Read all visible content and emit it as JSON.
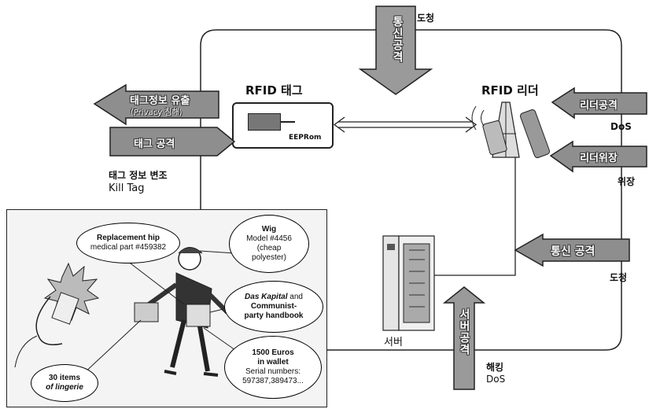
{
  "labels": {
    "dochung_top": "도청",
    "comm_attack_vertical": "통신공격",
    "rfid_tag": "RFID 태그",
    "rfid_reader": "RFID 리더",
    "eeprom": "EEPRom",
    "tag_info_leak": "태그정보 유출",
    "privacy_violation": "(Privacy 침해)",
    "tag_attack": "태그 공격",
    "tag_info_tamper": "태그 정보 변조",
    "kill_tag": "Kill Tag",
    "reader_attack": "리더공격",
    "dos_1": "DoS",
    "reader_spoof": "리더위장",
    "spoof": "위장",
    "comm_attack_right": "통신 공격",
    "dochung_right": "도청",
    "server": "서버",
    "server_attack": "서버공격",
    "hacking": "해킹",
    "dos_2": "DoS"
  },
  "cartoon": {
    "hip": [
      "Replacement hip",
      "medical part #459382"
    ],
    "wig": [
      "Wig",
      "Model #4456",
      "(cheap",
      "polyester)"
    ],
    "das_kapital": [
      "Das Kapital",
      " and",
      "Communist-",
      "party handbook"
    ],
    "euros": [
      "1500 Euros",
      "in wallet",
      "Serial numbers:",
      "597387,389473..."
    ],
    "lingerie": [
      "30 items",
      "of lingerie"
    ]
  }
}
